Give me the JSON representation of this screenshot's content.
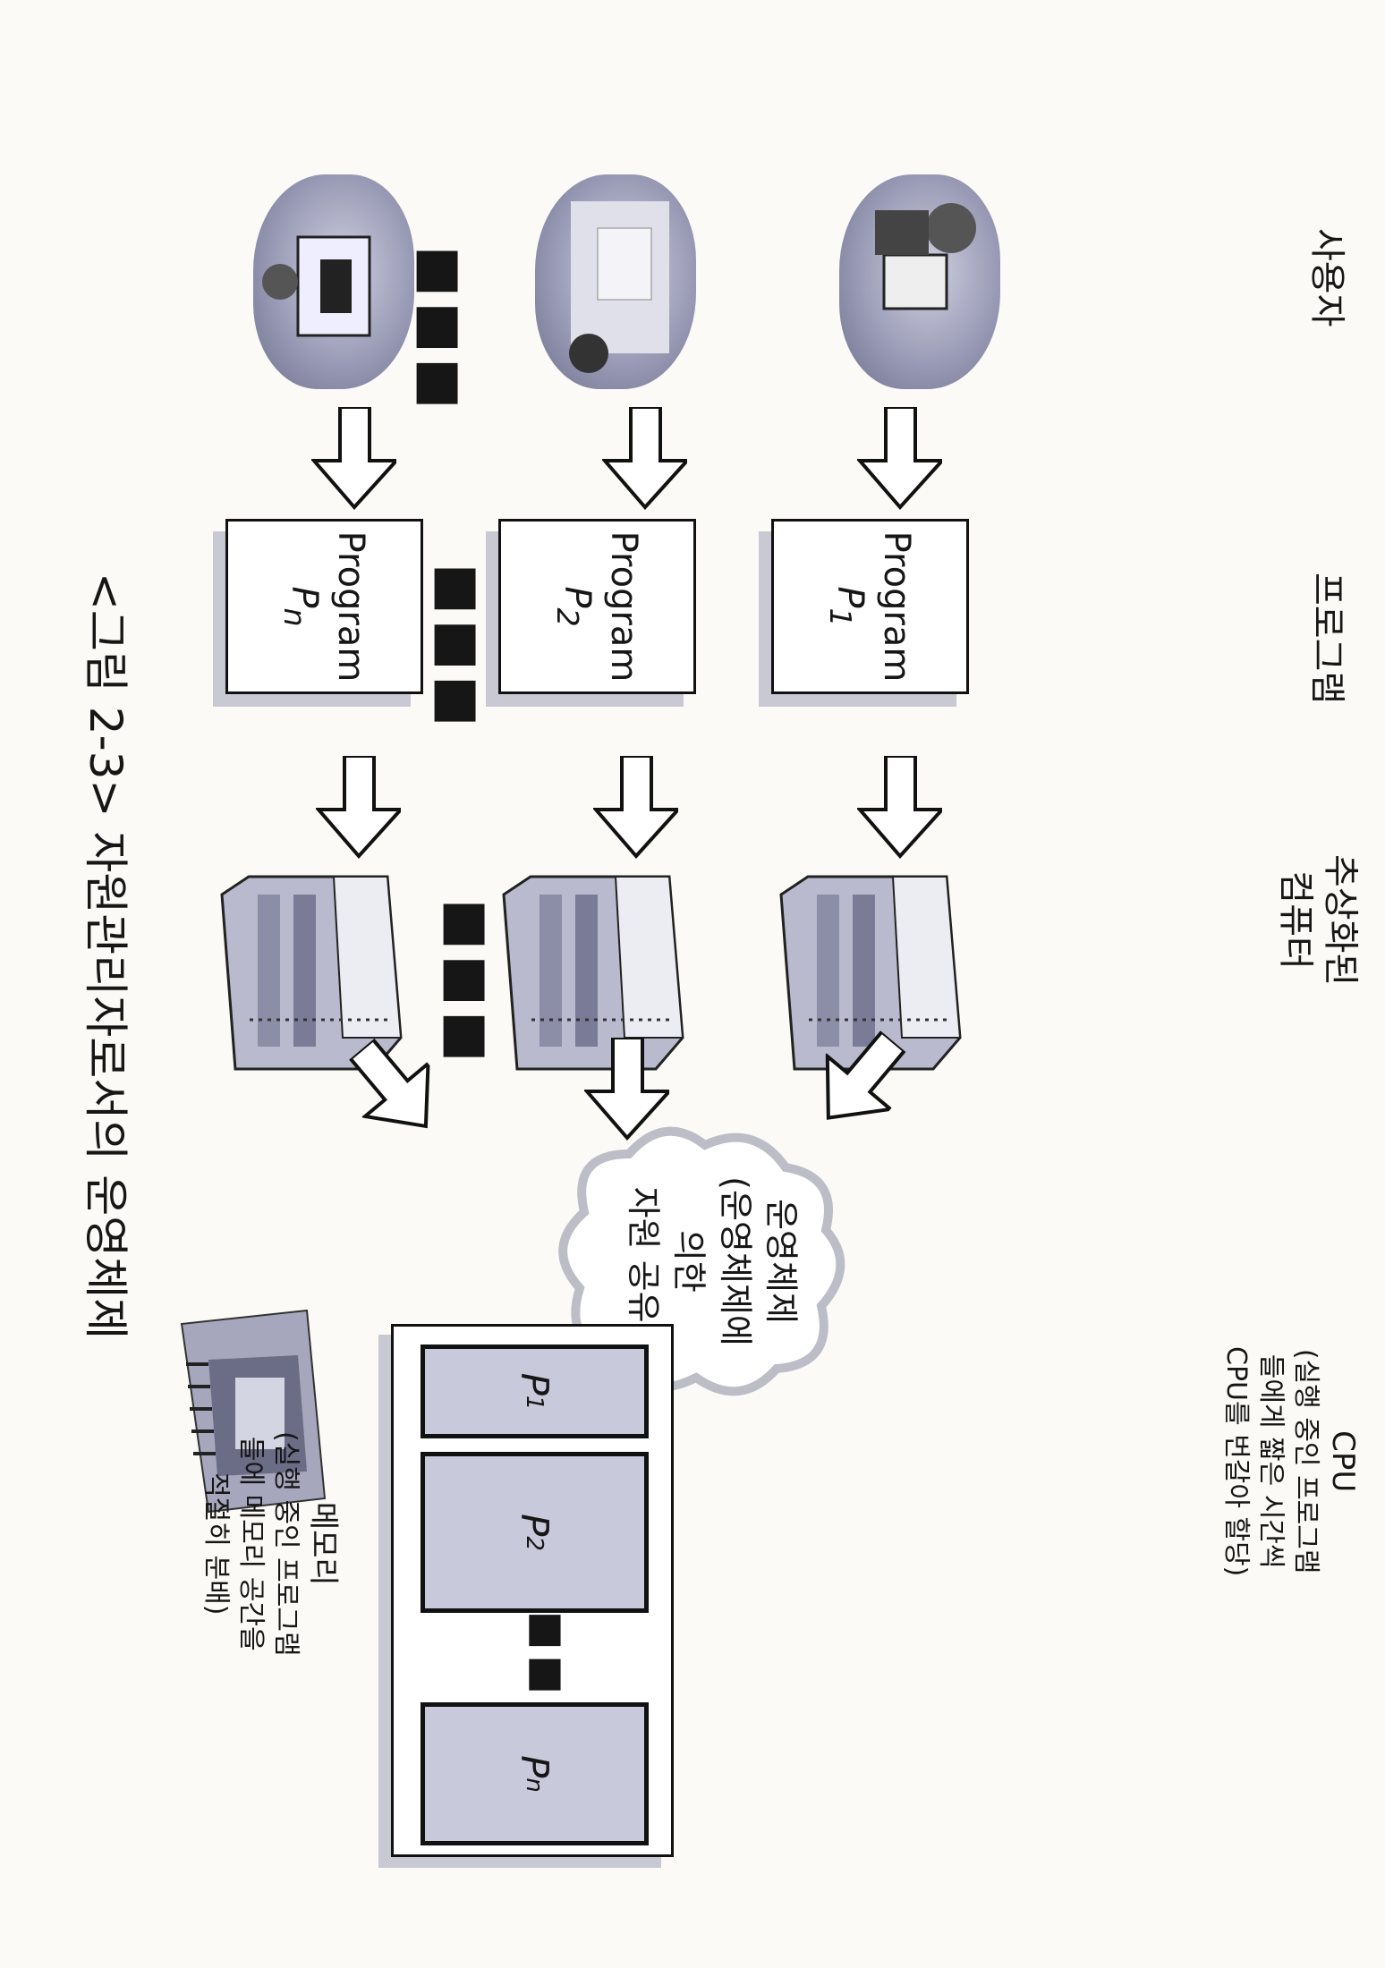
{
  "labels": {
    "users": "사용자",
    "programs": "프로그램",
    "abstract_computer_l1": "추상화된",
    "abstract_computer_l2": "컴퓨터"
  },
  "programs": [
    {
      "title": "Program",
      "sub": "P1"
    },
    {
      "title": "Program",
      "sub": "P2"
    },
    {
      "title": "Program",
      "sub": "Pn"
    }
  ],
  "cloud": {
    "l1": "운영체제",
    "l2": "(운영체제에",
    "l3": "의한",
    "l4": "자원 공유)"
  },
  "cpu": {
    "title": "CPU",
    "l1": "(실행 중인 프로그램",
    "l2": "들에게 짧은 시간씩",
    "l3": "CPU를 번갈아 할당)"
  },
  "memory": {
    "title": "메모리",
    "l1": "(실행 중인 프로그램",
    "l2": "들에 메모리 공간을",
    "l3": "적절히 분배)",
    "items": [
      "P1",
      "P2",
      "Pn"
    ]
  },
  "caption": "<그림 2-3> 자원관리자로서의 운영체제",
  "ellipsis": "■■■"
}
